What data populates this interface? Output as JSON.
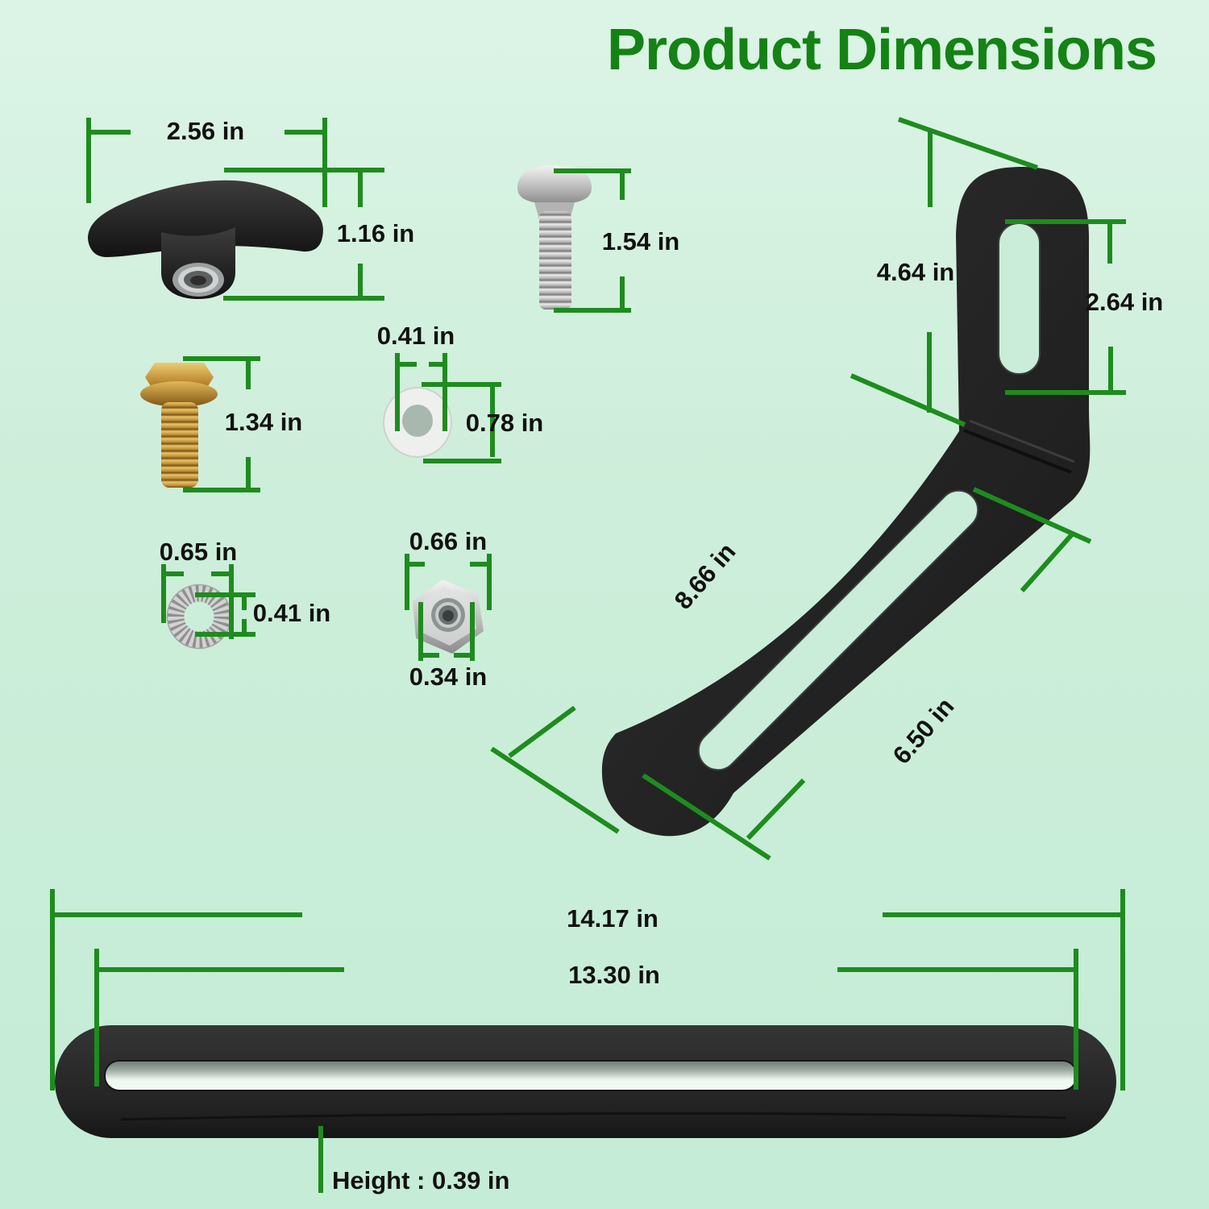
{
  "title": "Product Dimensions",
  "unit": "in",
  "colors": {
    "background_top": "#dcf4e6",
    "background_bottom": "#c4ecd6",
    "dimension_green": "#1e8c1e",
    "title_green": "#148214",
    "label_black": "#111111",
    "part_black": "#242424",
    "silver": "#c9c9c9",
    "brass": "#c49238"
  },
  "parts": {
    "knob": {
      "width": "2.56 in",
      "height": "1.16 in"
    },
    "carriage_bolt": {
      "length": "1.54 in"
    },
    "flange_bolt": {
      "length": "1.34 in"
    },
    "flat_washer": {
      "inner_diameter": "0.41 in",
      "outer_diameter": "0.78 in"
    },
    "lock_washer": {
      "outer_diameter": "0.65 in",
      "inner_diameter": "0.41 in"
    },
    "hex_nut": {
      "width": "0.66 in",
      "thread_diameter": "0.34 in"
    },
    "bracket": {
      "upper_arm_length": "4.64 in",
      "upper_slot_length": "2.64 in",
      "lower_arm_length": "8.66 in",
      "lower_slot_length": "6.50 in"
    },
    "bar": {
      "overall_length": "14.17 in",
      "slot_length": "13.30 in",
      "height": "Height : 0.39 in"
    }
  }
}
